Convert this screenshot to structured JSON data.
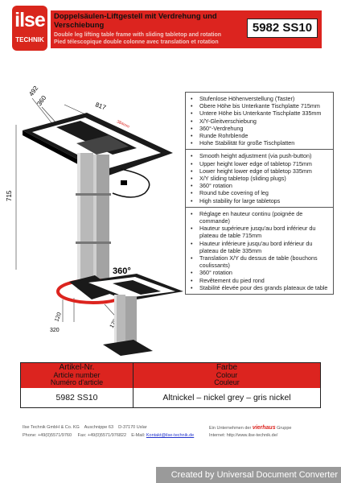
{
  "header": {
    "logo_text": "ilse",
    "logo_sub": "TECHNIK",
    "title_de": "Doppelsäulen-Liftgestell mit Verdrehung und Verschiebung",
    "title_en": "Double leg lifting table frame with sliding tabletop and rotation",
    "title_fr": "Pied télescopique double colonne avec translation et rotation",
    "article_no": "5982 SS10"
  },
  "drawing": {
    "dim_492": "492",
    "dim_360": "360",
    "dim_817": "817",
    "dim_384": "384mm",
    "dim_715": "715",
    "dim_360deg": "360°",
    "dim_120": "120",
    "dim_320": "320",
    "dim_170": "170"
  },
  "specs": {
    "de": [
      "Stufenlose Höhenverstellung (Taster)",
      "Obere Höhe bis Unterkante Tischplatte 715mm",
      "Untere Höhe bis Unterkante Tischplatte 335mm",
      "X/Y-Gleitverschiebung",
      "360°-Verdrehung",
      "Runde Rohrblende",
      "Hohe Stabilität für große Tischplatten"
    ],
    "en": [
      "Smooth height adjustment (via push-button)",
      "Upper height lower edge of tabletop 715mm",
      "Lower height lower edge of tabletop 335mm",
      "X/Y sliding tabletop (sliding plugs)",
      "360° rotation",
      "Round tube covering of leg",
      "High stability for large tabletops"
    ],
    "fr": [
      "Réglage en hauteur continu (poignée de commande)",
      "Hauteur supérieure jusqu'au bord inférieur du plateau de table 715mm",
      "Hauteur inférieure jusqu'au bord inférieur du plateau de table 335mm",
      "Translation X/Y du dessus de table (bouchons coulissants)",
      "360° rotation",
      "Revêtement du pied rond",
      "Stabilité élevée pour des grands plateaux de table"
    ]
  },
  "table": {
    "col1_header": [
      "Artikel-Nr.",
      "Article number",
      "Numéro d'article"
    ],
    "col2_header": [
      "Farbe",
      "Colour",
      "Couleur"
    ],
    "col1_value": "5982 SS10",
    "col2_value": "Altnickel – nickel grey – gris nickel"
  },
  "footer": {
    "company": "Ilse Technik GmbH & Co. KG",
    "street": "Auschnippe 63",
    "city": "D-37170 Uslar",
    "phone": "Phone: +49(0)5571/9760",
    "fax": "Fax: +49(0)5571/976822",
    "email_label": "E-Mail:",
    "email": "Kontakt@ilse-technik.de",
    "group_prefix": "Ein Unternehmen der",
    "group_name": "vierhaus",
    "group_suffix": "Gruppe",
    "internet_label": "Internet:",
    "internet": "http://www.ilse-technik.de/"
  },
  "watermark": "Created by Universal Document Converter",
  "colors": {
    "brand_red": "#dc241f"
  }
}
